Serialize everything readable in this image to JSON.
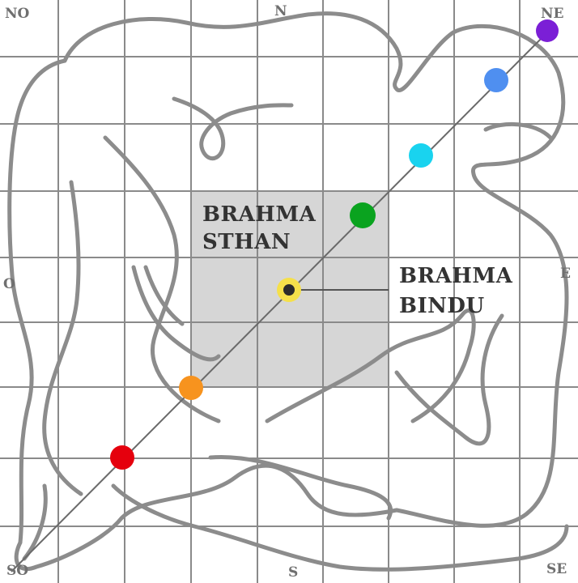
{
  "directions": {
    "nw": "NO",
    "n": "N",
    "ne": "NE",
    "w": "O",
    "e": "E",
    "sw": "SO",
    "s": "S",
    "se": "SE"
  },
  "brahma_sthan": {
    "line1": "BRAHMA",
    "line2": "STHAN",
    "fill": "#d6d6d6"
  },
  "brahma_bindu": {
    "line1": "BRAHMA",
    "line2": "BINDU",
    "dot": "#2b2b2b",
    "ring": "#f5e04a"
  },
  "chakras": [
    {
      "name": "red-chakra",
      "color": "#e5000d"
    },
    {
      "name": "orange-chakra",
      "color": "#f7931e"
    },
    {
      "name": "yellow-chakra",
      "color": "#f5e04a"
    },
    {
      "name": "green-chakra",
      "color": "#0aa31f"
    },
    {
      "name": "cyan-chakra",
      "color": "#19d3ef"
    },
    {
      "name": "blue-chakra",
      "color": "#4f8ff0"
    },
    {
      "name": "violet-chakra",
      "color": "#7b1fd6"
    }
  ],
  "colors": {
    "grid": "#8a8a8a",
    "figure": "#8c8c8c",
    "axis": "#6a6a6a"
  }
}
